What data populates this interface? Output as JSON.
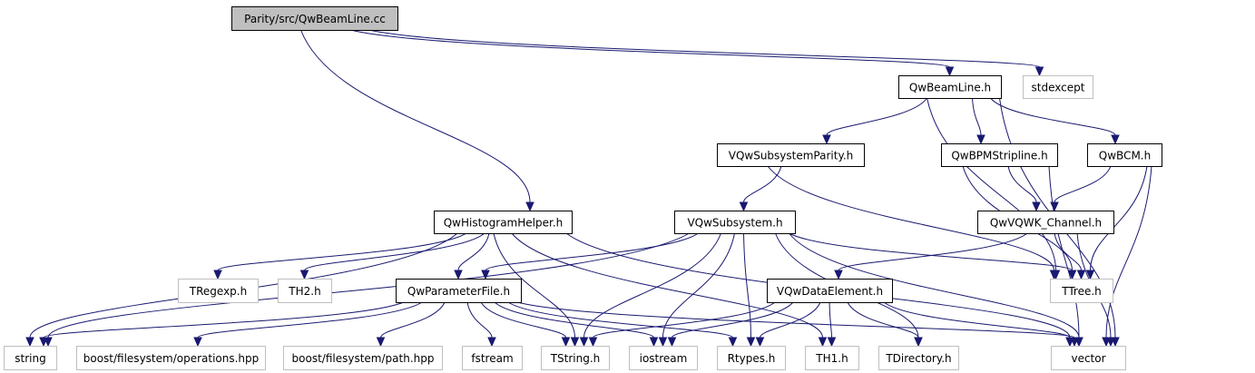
{
  "diagram": {
    "type": "include-dependency-graph",
    "edge_color": "#191970",
    "root_fill": "#bfbfbf",
    "external_border": "#bfbfbf",
    "nodes": [
      {
        "id": "root",
        "label": "Parity/src/QwBeamLine.cc",
        "kind": "root"
      },
      {
        "id": "beamline",
        "label": "QwBeamLine.h",
        "kind": "internal"
      },
      {
        "id": "stdexcept",
        "label": "stdexcept",
        "kind": "external"
      },
      {
        "id": "subsysparity",
        "label": "VQwSubsystemParity.h",
        "kind": "internal"
      },
      {
        "id": "bpmstrip",
        "label": "QwBPMStripline.h",
        "kind": "internal"
      },
      {
        "id": "bcm",
        "label": "QwBCM.h",
        "kind": "internal"
      },
      {
        "id": "histhelper",
        "label": "QwHistogramHelper.h",
        "kind": "internal"
      },
      {
        "id": "subsystem",
        "label": "VQwSubsystem.h",
        "kind": "internal"
      },
      {
        "id": "vqwk",
        "label": "QwVQWK_Channel.h",
        "kind": "internal"
      },
      {
        "id": "tregexp",
        "label": "TRegexp.h",
        "kind": "external"
      },
      {
        "id": "th2",
        "label": "TH2.h",
        "kind": "external"
      },
      {
        "id": "paramfile",
        "label": "QwParameterFile.h",
        "kind": "internal"
      },
      {
        "id": "dataelem",
        "label": "VQwDataElement.h",
        "kind": "internal"
      },
      {
        "id": "ttree",
        "label": "TTree.h",
        "kind": "external"
      },
      {
        "id": "string",
        "label": "string",
        "kind": "external"
      },
      {
        "id": "bfsops",
        "label": "boost/filesystem/operations.hpp",
        "kind": "external"
      },
      {
        "id": "bfspath",
        "label": "boost/filesystem/path.hpp",
        "kind": "external"
      },
      {
        "id": "fstream",
        "label": "fstream",
        "kind": "external"
      },
      {
        "id": "tstring",
        "label": "TString.h",
        "kind": "external"
      },
      {
        "id": "iostream",
        "label": "iostream",
        "kind": "external"
      },
      {
        "id": "rtypes",
        "label": "Rtypes.h",
        "kind": "external"
      },
      {
        "id": "th1",
        "label": "TH1.h",
        "kind": "external"
      },
      {
        "id": "tdirectory",
        "label": "TDirectory.h",
        "kind": "external"
      },
      {
        "id": "vector",
        "label": "vector",
        "kind": "external"
      }
    ],
    "edges": [
      {
        "from": "root",
        "to": "beamline"
      },
      {
        "from": "root",
        "to": "stdexcept"
      },
      {
        "from": "root",
        "to": "histhelper"
      },
      {
        "from": "beamline",
        "to": "subsysparity"
      },
      {
        "from": "beamline",
        "to": "bpmstrip"
      },
      {
        "from": "beamline",
        "to": "bcm"
      },
      {
        "from": "beamline",
        "to": "ttree"
      },
      {
        "from": "beamline",
        "to": "vector"
      },
      {
        "from": "subsysparity",
        "to": "subsystem"
      },
      {
        "from": "subsysparity",
        "to": "ttree"
      },
      {
        "from": "bpmstrip",
        "to": "vqwk"
      },
      {
        "from": "bpmstrip",
        "to": "ttree"
      },
      {
        "from": "bpmstrip",
        "to": "vector"
      },
      {
        "from": "bcm",
        "to": "vqwk"
      },
      {
        "from": "bcm",
        "to": "ttree"
      },
      {
        "from": "bcm",
        "to": "vector"
      },
      {
        "from": "histhelper",
        "to": "tregexp"
      },
      {
        "from": "histhelper",
        "to": "th2"
      },
      {
        "from": "histhelper",
        "to": "paramfile"
      },
      {
        "from": "histhelper",
        "to": "string"
      },
      {
        "from": "histhelper",
        "to": "tstring"
      },
      {
        "from": "histhelper",
        "to": "th1"
      },
      {
        "from": "histhelper",
        "to": "vector"
      },
      {
        "from": "subsystem",
        "to": "paramfile"
      },
      {
        "from": "subsystem",
        "to": "string"
      },
      {
        "from": "subsystem",
        "to": "tstring"
      },
      {
        "from": "subsystem",
        "to": "iostream"
      },
      {
        "from": "subsystem",
        "to": "rtypes"
      },
      {
        "from": "subsystem",
        "to": "tdirectory"
      },
      {
        "from": "subsystem",
        "to": "ttree"
      },
      {
        "from": "subsystem",
        "to": "vector"
      },
      {
        "from": "vqwk",
        "to": "dataelem"
      },
      {
        "from": "vqwk",
        "to": "ttree"
      },
      {
        "from": "vqwk",
        "to": "vector"
      },
      {
        "from": "paramfile",
        "to": "string"
      },
      {
        "from": "paramfile",
        "to": "bfsops"
      },
      {
        "from": "paramfile",
        "to": "bfspath"
      },
      {
        "from": "paramfile",
        "to": "fstream"
      },
      {
        "from": "paramfile",
        "to": "tstring"
      },
      {
        "from": "paramfile",
        "to": "iostream"
      },
      {
        "from": "paramfile",
        "to": "rtypes"
      },
      {
        "from": "paramfile",
        "to": "vector"
      },
      {
        "from": "dataelem",
        "to": "tstring"
      },
      {
        "from": "dataelem",
        "to": "iostream"
      },
      {
        "from": "dataelem",
        "to": "rtypes"
      },
      {
        "from": "dataelem",
        "to": "th1"
      },
      {
        "from": "dataelem",
        "to": "tdirectory"
      },
      {
        "from": "dataelem",
        "to": "vector"
      }
    ]
  }
}
